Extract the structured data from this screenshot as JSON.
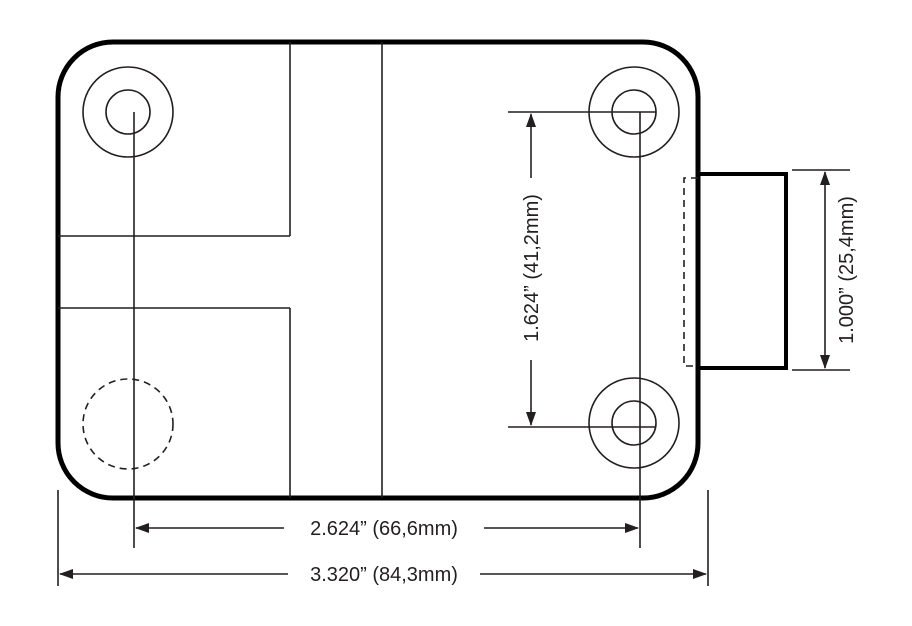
{
  "dimensions": {
    "hole_spacing_horizontal": "2.624” (66,6mm)",
    "overall_width": "3.320” (84,3mm)",
    "hole_spacing_vertical": "1.624” (41,2mm)",
    "bolt_width": "1.000” (25,4mm)"
  },
  "colors": {
    "line": "#231f20",
    "outline": "#000000",
    "background": "#ffffff"
  }
}
